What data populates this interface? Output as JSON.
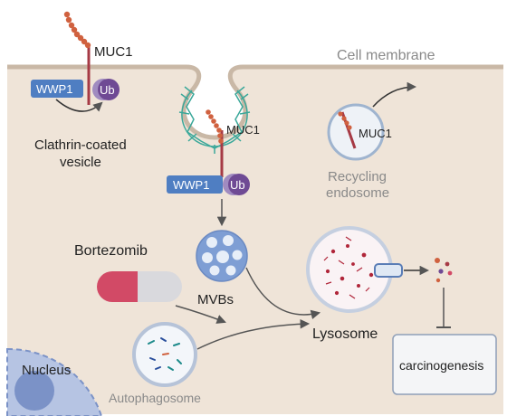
{
  "labels": {
    "muc1_top": "MUC1",
    "cell_membrane": "Cell membrane",
    "wwp1_left": "WWP1",
    "ub_left": "Ub",
    "clathrin_line1": "Clathrin-coated",
    "clathrin_line2": "vesicle",
    "muc1_vesicle": "MUC1",
    "wwp1_vesicle": "WWP1",
    "ub_vesicle": "Ub",
    "muc1_recycling": "MUC1",
    "recycling_line1": "Recycling",
    "recycling_line2": "endosome",
    "bortezomib": "Bortezomib",
    "mvbs": "MVBs",
    "lysosome": "Lysosome",
    "nucleus": "Nucleus",
    "autophagosome": "Autophagosome",
    "carcinogenesis": "carcinogenesis"
  },
  "colors": {
    "cytoplasm": "#efe4d8",
    "membrane": "#c9b8a6",
    "wwp1": "#4f7ec2",
    "ub": "#6f4a94",
    "mucin_chain": "#d0613f",
    "mucin_stem": "#a63a45",
    "clathrin": "#3ba89a",
    "vesicle_fill": "#f3f5f9",
    "mvb_fill": "#7e9ed4",
    "nucleus": "#b6c4e3",
    "pill_red": "#d24a66",
    "pill_grey": "#d9d9dd",
    "arrow": "#555555"
  }
}
